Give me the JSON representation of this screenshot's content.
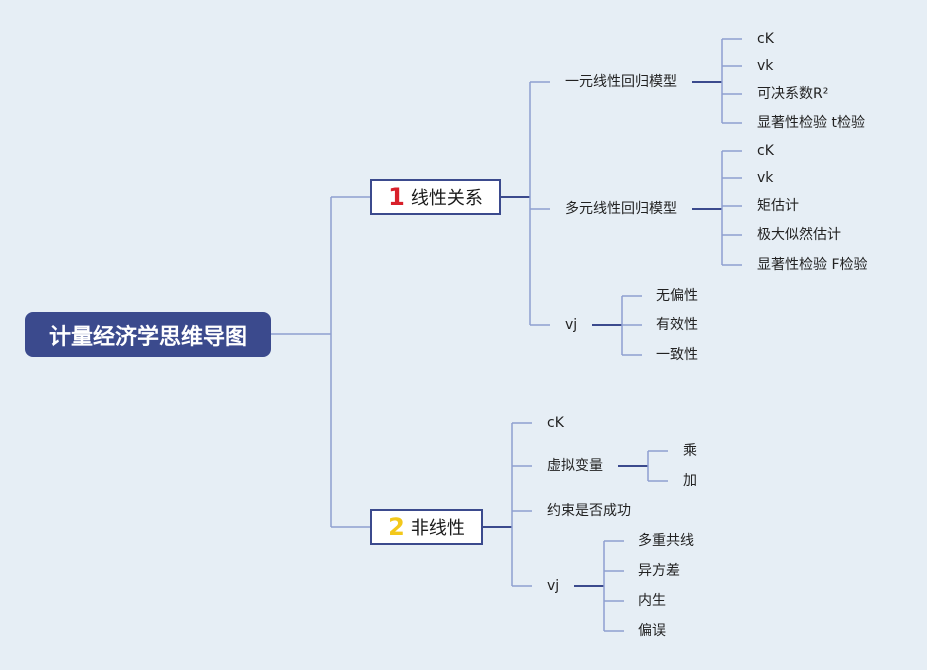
{
  "colors": {
    "background": "#e6eef5",
    "root_fill": "#3b4a8d",
    "line": "#8e9fd0",
    "line_strong": "#3b4a8d",
    "number_1": "#d8202a",
    "number_2": "#f3c81b"
  },
  "root": {
    "label": "计量经济学思维导图"
  },
  "branches": [
    {
      "number": "1",
      "label": "线性关系",
      "children": [
        {
          "label": "一元线性回归模型",
          "children": [
            "cK",
            "vk",
            "可决系数R²",
            "显著性检验 t检验"
          ]
        },
        {
          "label": "多元线性回归模型",
          "children": [
            "cK",
            "vk",
            "矩估计",
            "极大似然估计",
            "显著性检验 F检验"
          ]
        },
        {
          "label": "vj",
          "children": [
            "无偏性",
            "有效性",
            "一致性"
          ]
        }
      ]
    },
    {
      "number": "2",
      "label": "非线性",
      "children": [
        {
          "label": "cK",
          "children": []
        },
        {
          "label": "虚拟变量",
          "children": [
            "乘",
            "加"
          ]
        },
        {
          "label": "约束是否成功",
          "children": []
        },
        {
          "label": "vj",
          "children": [
            "多重共线",
            "异方差",
            "内生",
            "偏误"
          ]
        }
      ]
    }
  ]
}
